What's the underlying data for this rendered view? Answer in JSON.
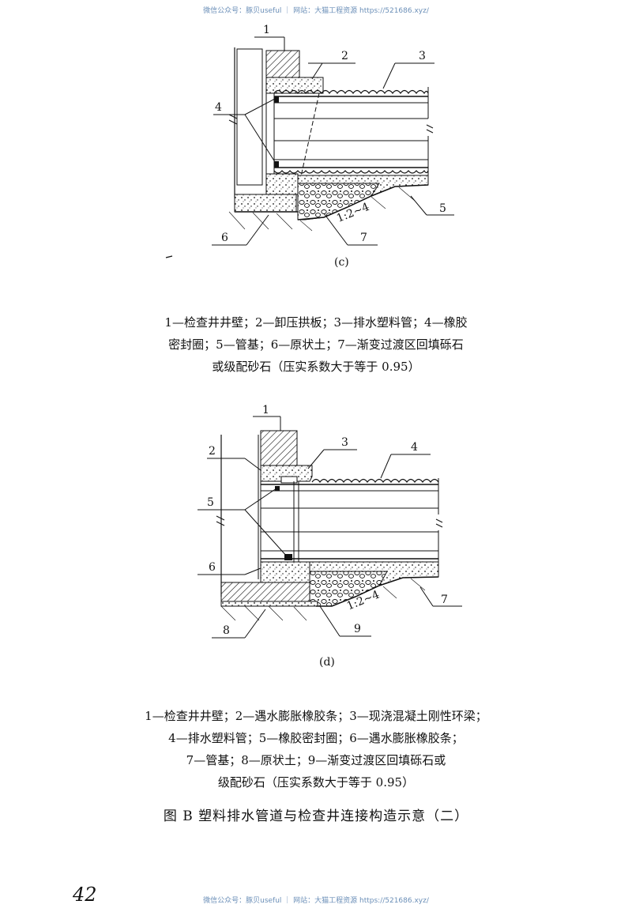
{
  "watermark": "微信公众号：豚贝useful ｜ 网站：大猫工程资源 https://521686.xyz/",
  "figure_c": {
    "sublabel": "(c)",
    "callouts": [
      "1",
      "2",
      "3",
      "4",
      "5",
      "6",
      "7"
    ],
    "slope": "1:2~4",
    "caption_lines": [
      "1—检查井井壁；2—卸压拱板；3—排水塑料管；4—橡胶",
      "密封圈；5—管基；6—原状土；7—渐变过渡区回填砾石",
      "或级配砂石（压实系数大于等于 0.95）"
    ]
  },
  "figure_d": {
    "sublabel": "(d)",
    "callouts": [
      "1",
      "2",
      "3",
      "4",
      "5",
      "6",
      "7",
      "8",
      "9"
    ],
    "slope": "1:2~4",
    "caption_lines": [
      "1—检查井井壁；2—遇水膨胀橡胶条；3—现浇混凝土刚性环梁；",
      "4—排水塑料管；5—橡胶密封圈；6—遇水膨胀橡胶条；",
      "7—管基；8—原状土；9—渐变过渡区回填砾石或",
      "级配砂石（压实系数大于等于 0.95）"
    ]
  },
  "figure_title": "图 B   塑料排水管道与检查井连接构造示意（二）",
  "page_number": "42"
}
